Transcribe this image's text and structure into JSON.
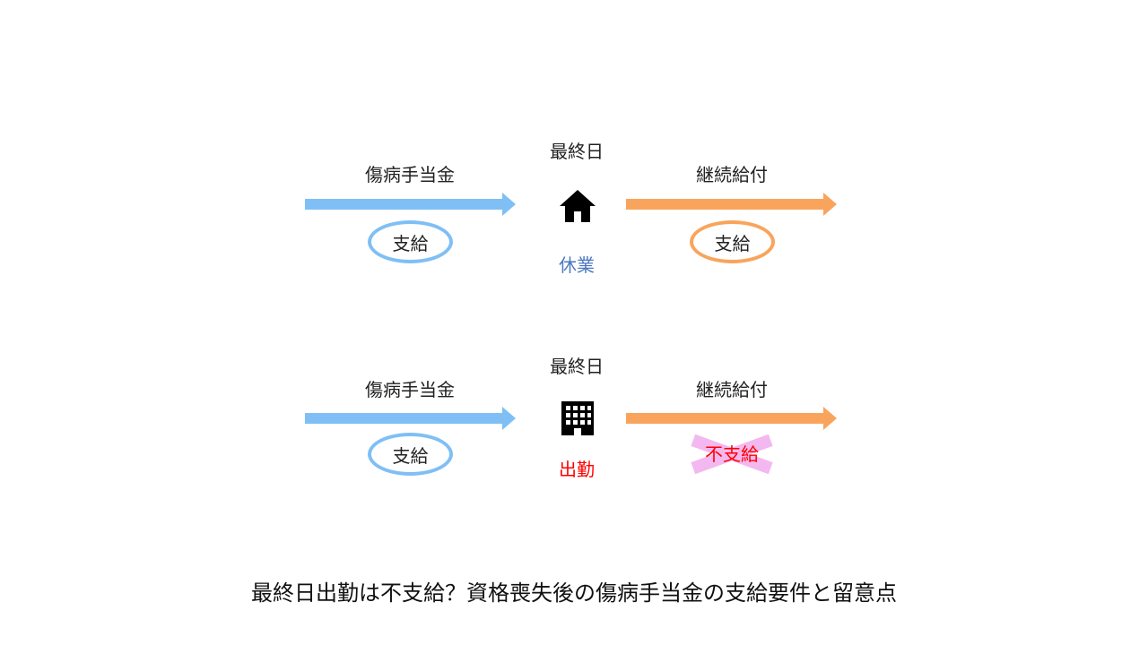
{
  "row1": {
    "left_label": "傷病手当金",
    "left_status": "支給",
    "center_top": "最終日",
    "center_icon": "house-icon",
    "center_bottom": "休業",
    "right_label": "継続給付",
    "right_status": "支給"
  },
  "row2": {
    "left_label": "傷病手当金",
    "left_status": "支給",
    "center_top": "最終日",
    "center_icon": "office-building-icon",
    "center_bottom": "出勤",
    "right_label": "継続給付",
    "right_status": "不支給"
  },
  "caption": "最終日出勤は不支給？資格喪失後の傷病手当金の支給要件と留意点",
  "colors": {
    "blue": "#7fbff5",
    "orange": "#f9a45c",
    "rest_text": "#4a78c0",
    "work_text": "#ff0000",
    "strike": "#f3b8ef"
  }
}
